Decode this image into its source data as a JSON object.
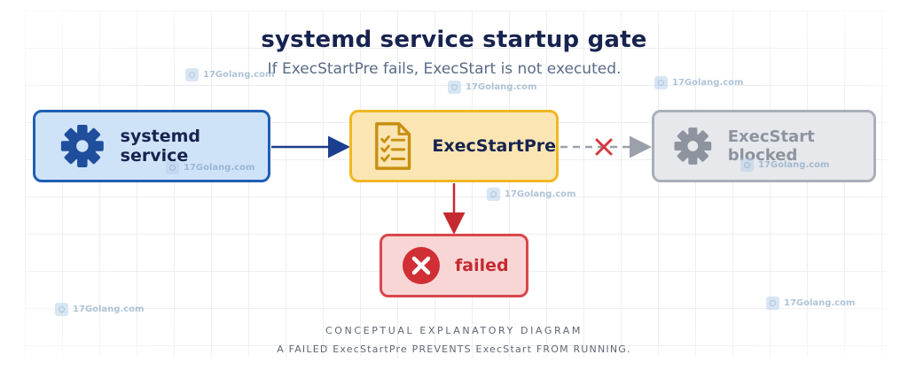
{
  "diagram": {
    "title": "systemd service startup gate",
    "subtitle": "If ExecStartPre fails, ExecStart is not executed.",
    "nodes": {
      "service": {
        "label": "systemd service",
        "icon": "gear-icon",
        "color": "#1f5fb2"
      },
      "pre": {
        "label": "ExecStartPre",
        "icon": "checklist-icon",
        "color": "#f1b823"
      },
      "exec": {
        "label": "ExecStart blocked",
        "icon": "gear-icon",
        "color": "#a9afb9"
      },
      "failed": {
        "label": "failed",
        "icon": "error-x-icon",
        "color": "#d9474c"
      }
    },
    "edges": [
      {
        "from": "service",
        "to": "pre",
        "style": "solid",
        "color": "#1b3f8f"
      },
      {
        "from": "pre",
        "to": "exec",
        "style": "dashed",
        "blocked": true,
        "color": "#9aa1ab"
      },
      {
        "from": "pre",
        "to": "failed",
        "style": "solid",
        "color": "#c62a31"
      }
    ],
    "caption_line1": "CONCEPTUAL EXPLANATORY DIAGRAM",
    "caption_line2": "A FAILED ExecStartPre PREVENTS ExecStart FROM RUNNING."
  },
  "watermark": {
    "text": "17Golang.com"
  }
}
